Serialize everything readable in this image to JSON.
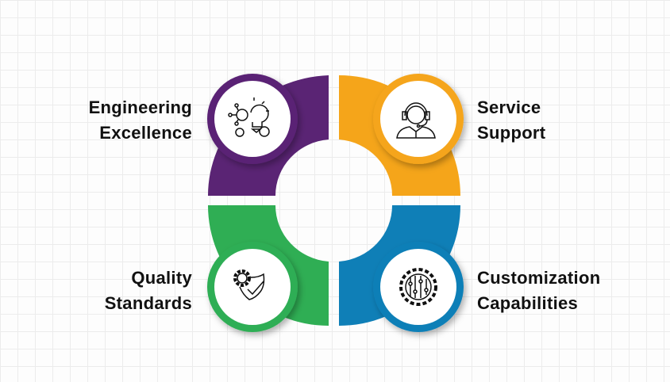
{
  "colors": {
    "purple": "#5a2474",
    "orange": "#f5a51a",
    "green": "#2fae54",
    "blue": "#0f7fb7"
  },
  "items": [
    {
      "line1": "Engineering",
      "line2": "Excellence",
      "icon": "lightbulb-gears-icon"
    },
    {
      "line1": "Service",
      "line2": "Support",
      "icon": "headset-agent-icon"
    },
    {
      "line1": "Quality",
      "line2": "Standards",
      "icon": "gear-shield-check-icon"
    },
    {
      "line1": "Customization",
      "line2": "Capabilities",
      "icon": "gear-sliders-icon"
    }
  ]
}
